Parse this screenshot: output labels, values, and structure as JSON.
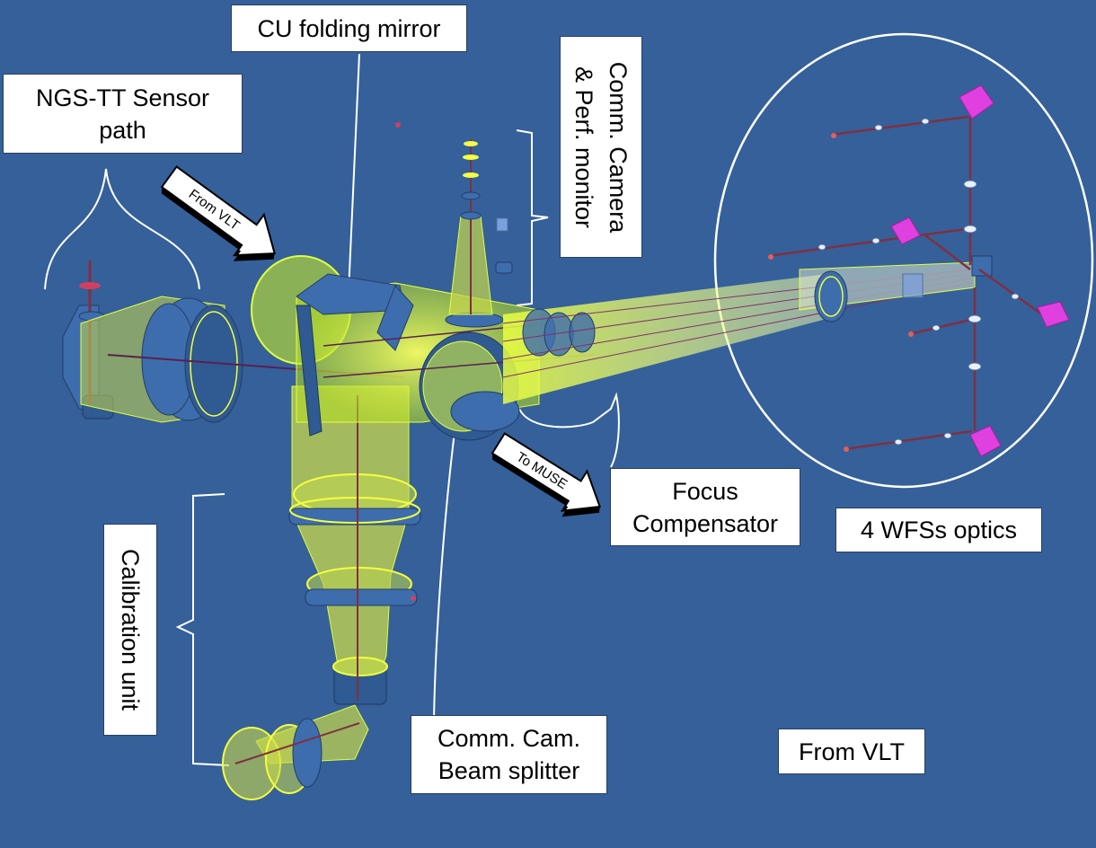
{
  "labels": {
    "cu_folding_mirror": "CU folding  mirror",
    "ngs_tt_line1": "NGS-TT Sensor",
    "ngs_tt_line2": "path",
    "comm_camera_line1": "Comm. Camera",
    "comm_camera_line2": "& Perf. monitor",
    "focus_compensator_line1": "Focus",
    "focus_compensator_line2": "Compensator",
    "wfs_optics": "4 WFSs optics",
    "calibration_unit": "Calibration  unit",
    "beam_splitter_line1": "Comm. Cam.",
    "beam_splitter_line2": "Beam splitter",
    "from_vlt_box": "From VLT"
  },
  "arrows": {
    "from_vlt": "From VLT",
    "to_muse": "To MUSE"
  },
  "colors": {
    "background": "#35609a",
    "beam": "#d8ff3a",
    "lens": "#3f6fae",
    "detector": "#e040e0",
    "label_bg": "#ffffff",
    "ellipse": "#ffffff"
  }
}
